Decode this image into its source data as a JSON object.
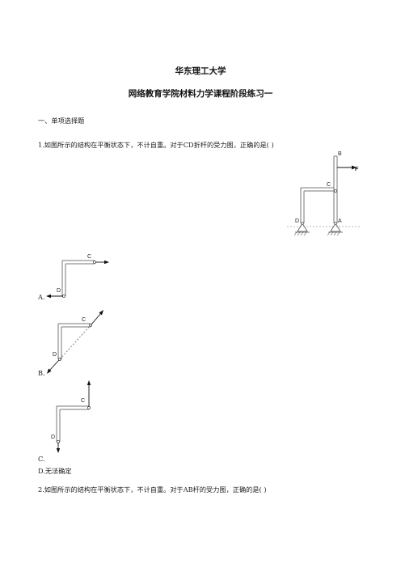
{
  "header": {
    "university": "华东理工大学",
    "course_title": "网络教育学院材料力学课程阶段练习一"
  },
  "section": {
    "heading": "一、单项选择题"
  },
  "questions": [
    {
      "text": "1.如图所示的结构在平衡状态下，不计自重。对于CD折杆的受力图，正确的是( )",
      "figure_labels": {
        "b": "B",
        "f": "F",
        "c": "C",
        "d": "D",
        "a": "A"
      },
      "options": [
        {
          "label": "A.",
          "fig_c": "C",
          "fig_d": "D"
        },
        {
          "label": "B.",
          "fig_c": "C",
          "fig_d": "D"
        },
        {
          "label": "C.",
          "fig_c": "C",
          "fig_d": "D"
        },
        {
          "label": "D.无法确定"
        }
      ]
    },
    {
      "text": "2.如图所示的结构在平衡状态下，不计自重。对于AB杆的受力图，正确的是( )"
    }
  ]
}
